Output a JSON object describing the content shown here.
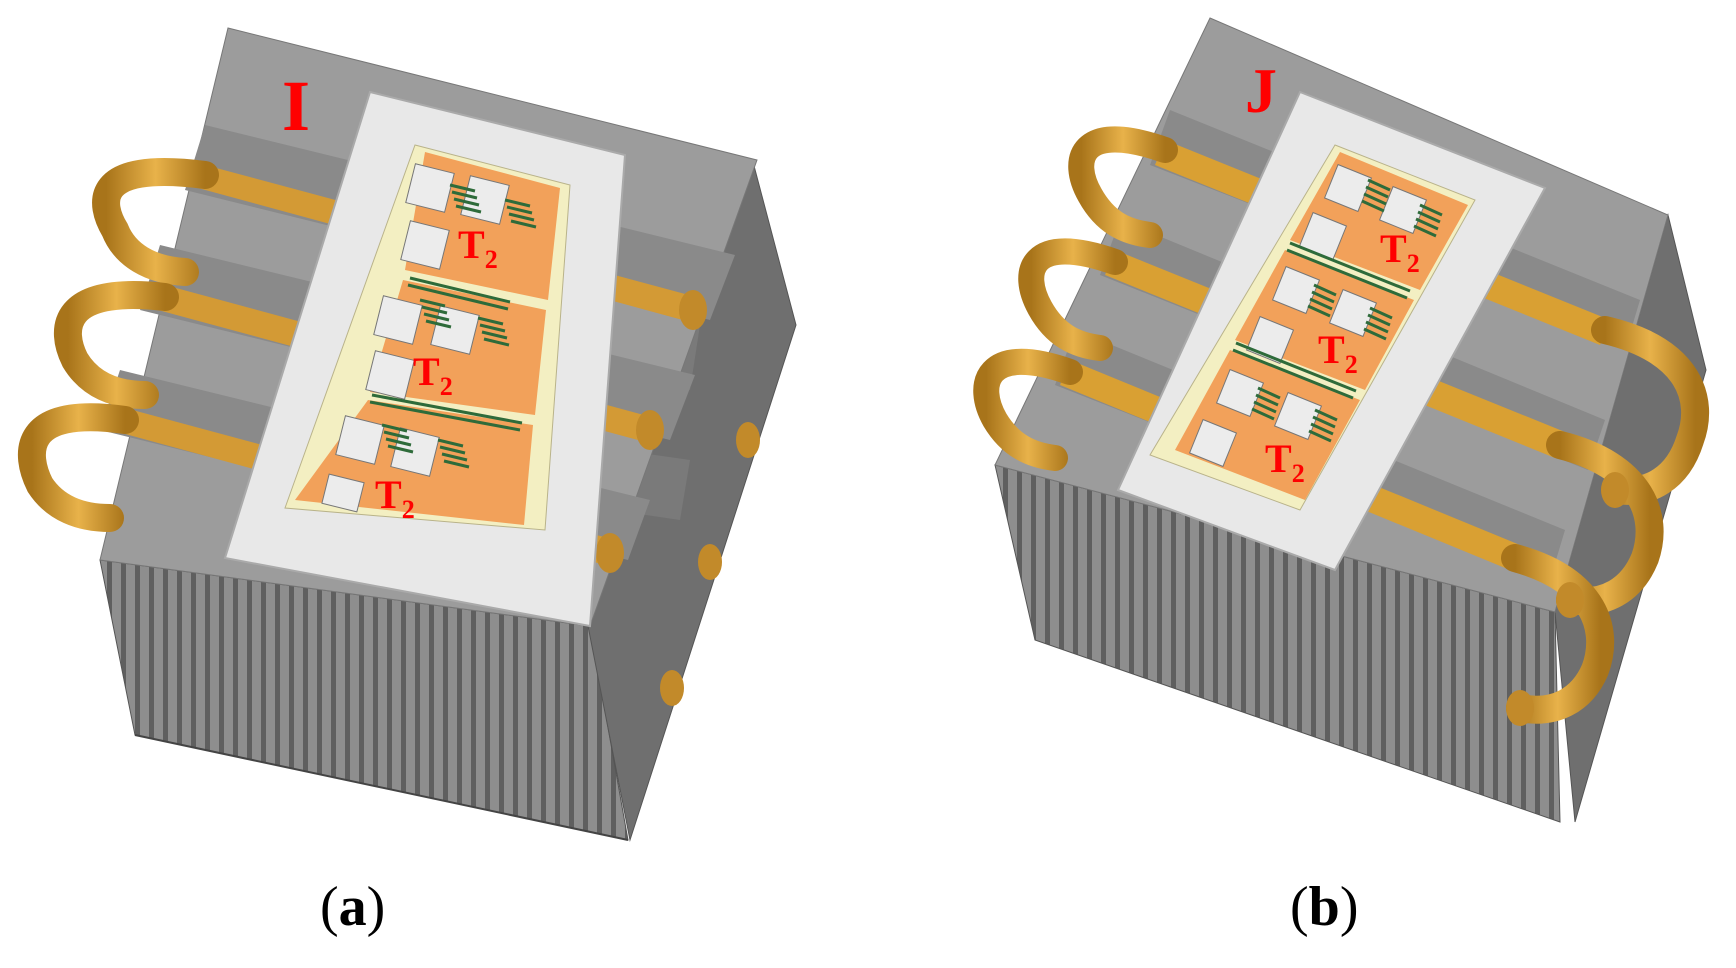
{
  "panels": [
    {
      "id": "a",
      "corner_label": "I",
      "die_labels": [
        {
          "main": "T",
          "sub": "2"
        },
        {
          "main": "T",
          "sub": "2"
        },
        {
          "main": "T",
          "sub": "2"
        }
      ],
      "caption_letter": "a",
      "caption_open": "(",
      "caption_close": ")"
    },
    {
      "id": "b",
      "corner_label": "J",
      "die_labels": [
        {
          "main": "T",
          "sub": "2"
        },
        {
          "main": "T",
          "sub": "2"
        },
        {
          "main": "T",
          "sub": "2"
        }
      ],
      "caption_letter": "b",
      "caption_open": "(",
      "caption_close": ")"
    }
  ],
  "colors": {
    "heatsink_top": "#9a9a9a",
    "heatsink_side": "#6e6e6e",
    "heatsink_front": "#8a8a8a",
    "fins_dark": "#6a6a6a",
    "heat_pipe": "#d9a033",
    "heat_pipe_dark": "#b07a1c",
    "module_frame": "#e6e6e6",
    "substrate": "#f4f1c8",
    "copper_trace": "#f2a15a",
    "die": "#e8e8e8",
    "bond_wire": "#2e6b3a",
    "label_red": "#ff0000"
  }
}
